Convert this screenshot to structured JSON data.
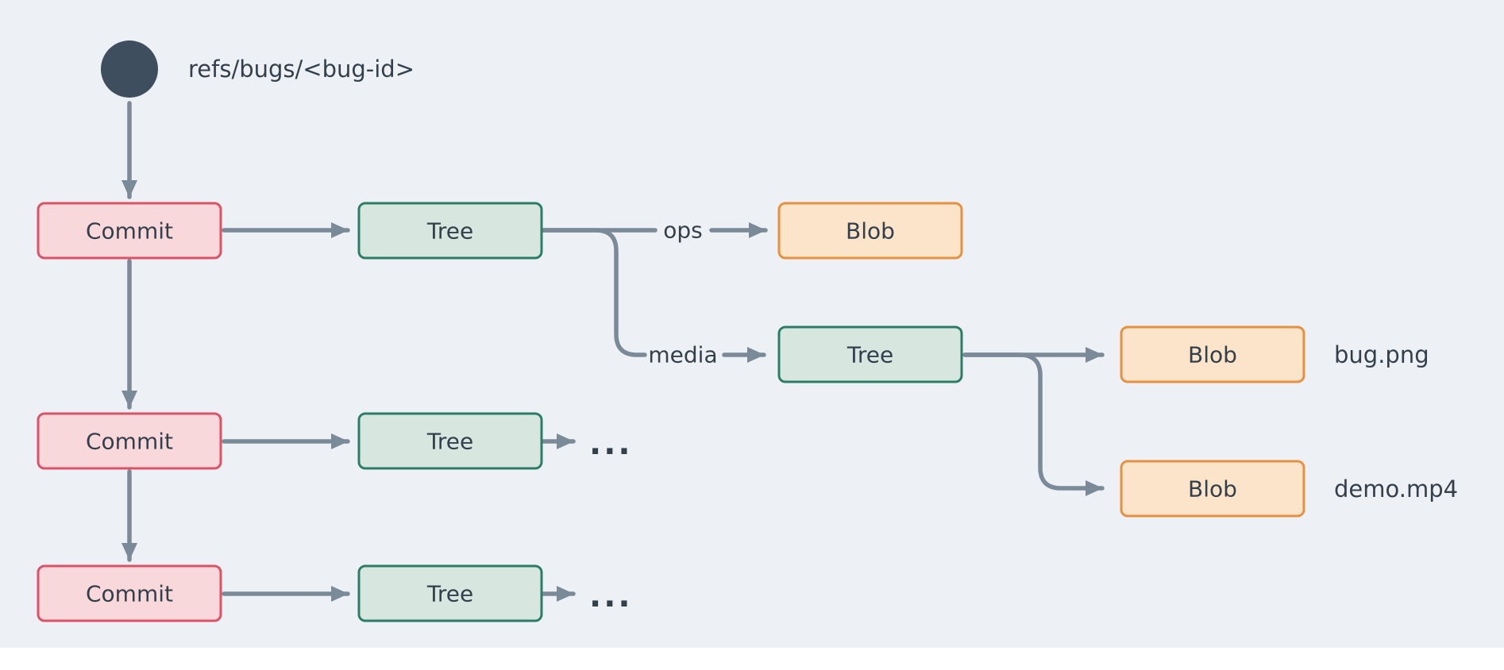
{
  "diagram": {
    "ref_label": "refs/bugs/<bug-id>",
    "commits": [
      "Commit",
      "Commit",
      "Commit"
    ],
    "trees": [
      "Tree",
      "Tree",
      "Tree",
      "Tree"
    ],
    "blobs": [
      "Blob",
      "Blob",
      "Blob"
    ],
    "edge_labels": {
      "ops": "ops",
      "media": "media"
    },
    "file_labels": {
      "bug": "bug.png",
      "demo": "demo.mp4"
    },
    "ellipsis": "...",
    "colors": {
      "background": "#edf1f5",
      "ref_node": "#3f4e5f",
      "arrow": "#7b8a99",
      "commit_fill": "#f9d8dc",
      "commit_stroke": "#dd5266",
      "tree_fill": "#d7e7e0",
      "tree_stroke": "#2c7d66",
      "blob_fill": "#fce4ca",
      "blob_stroke": "#e6913f",
      "text": "#333f4b",
      "strip": "#ffffff"
    }
  }
}
